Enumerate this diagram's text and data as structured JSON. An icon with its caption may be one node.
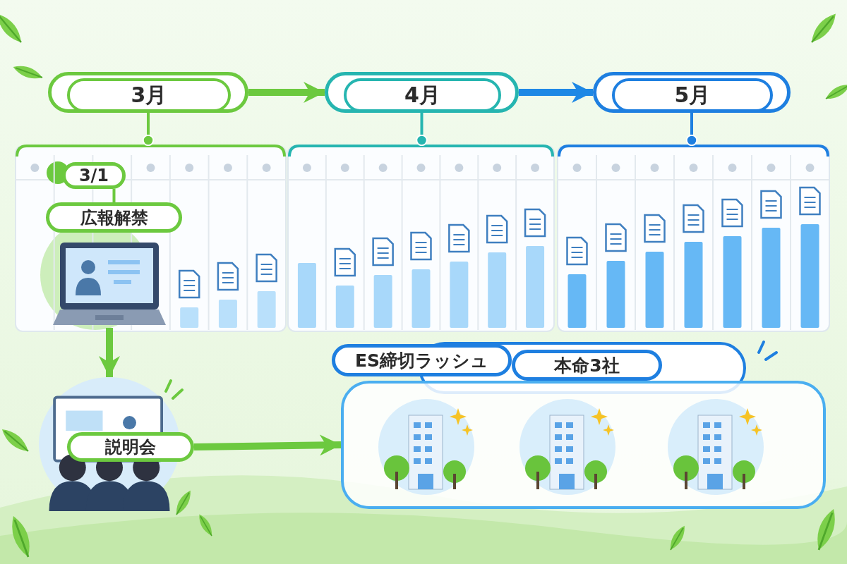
{
  "diagram": {
    "nodes": [
      {
        "text": [
          "3月"
        ]
      },
      {
        "text": [
          "4月"
        ]
      },
      {
        "text": [
          "5月"
        ]
      },
      {
        "text": [],
        "shape": "box"
      },
      {
        "text": [],
        "shape": "box"
      },
      {
        "text": [],
        "shape": "box"
      },
      {
        "text": [
          "3/1"
        ],
        "in": 3
      },
      {
        "text": [
          "広報解禁"
        ],
        "in": 3
      },
      {
        "text": [],
        "shape": "picture",
        "in": 3
      },
      {
        "text": [],
        "shape": "picture"
      },
      {
        "text": [
          "説明会"
        ],
        "in": 9
      },
      {
        "text": [
          "ES締切ラッシュ"
        ]
      },
      {
        "text": [
          "本命3社"
        ]
      },
      {
        "text": [],
        "shape": "box"
      },
      {
        "text": [],
        "shape": "picture",
        "in": 13
      },
      {
        "text": [],
        "shape": "picture",
        "in": 13
      },
      {
        "text": [],
        "shape": "picture",
        "in": 13
      }
    ],
    "edges": [
      {
        "from": 0,
        "to": 1,
        "arrow": "to",
        "style": "thick"
      },
      {
        "from": 1,
        "to": 2,
        "arrow": "to",
        "style": "thick",
        "color": "#1e88e5"
      },
      {
        "from": 0,
        "to": 3,
        "arrow": "other"
      },
      {
        "from": 1,
        "to": 4,
        "arrow": "other",
        "color": "#26b5b0"
      },
      {
        "from": 2,
        "to": 5,
        "arrow": "other",
        "color": "#1e7fe0"
      },
      {
        "from": 6,
        "to": 7,
        "arrow": "none"
      },
      {
        "from": 8,
        "to": 9,
        "arrow": "to",
        "style": "thick"
      },
      {
        "from": 10,
        "to": 13,
        "arrow": "to",
        "style": "thick"
      }
    ]
  }
}
